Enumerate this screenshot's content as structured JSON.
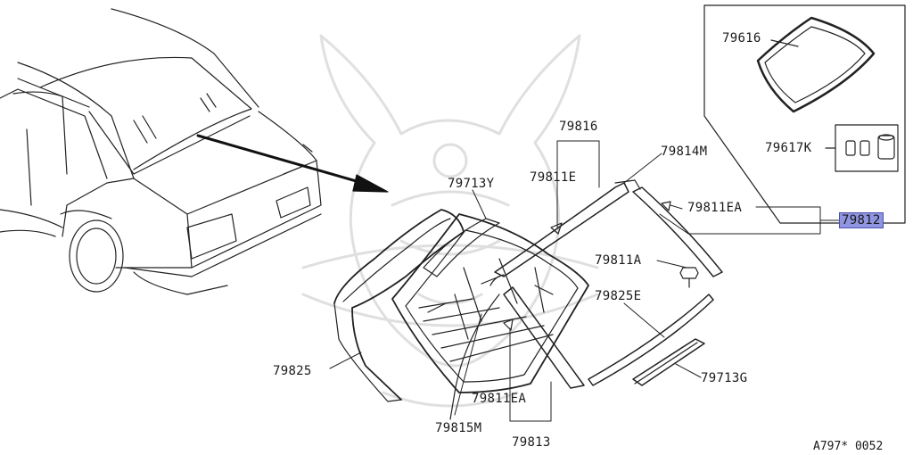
{
  "diagram": {
    "labels": {
      "p79616": "79616",
      "p79617k": "79617K",
      "p79816": "79816",
      "p79814m": "79814M",
      "p79713y": "79713Y",
      "p79811e": "79811E",
      "p79811ea_top": "79811EA",
      "p79812": "79812",
      "p79811a": "79811A",
      "p79825e": "79825E",
      "p79825": "79825",
      "p79713g": "79713G",
      "p79811ea_bottom": "79811EA",
      "p79815m": "79815M",
      "p79813": "79813"
    },
    "reference_code": "A797* 0052",
    "highlight_color": "#8f95e0"
  }
}
